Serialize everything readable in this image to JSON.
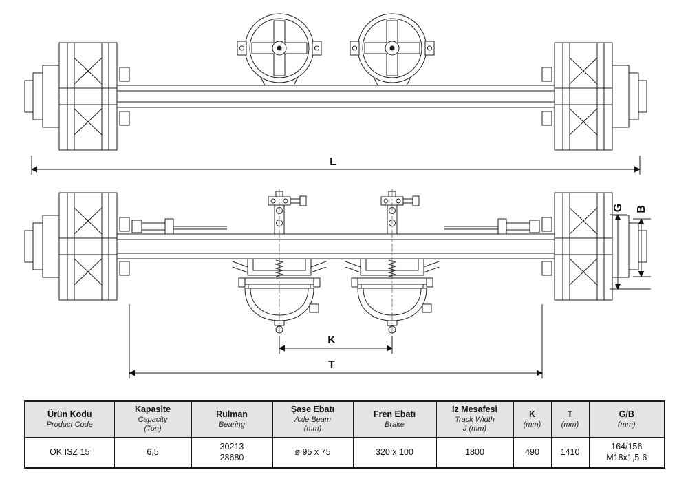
{
  "drawing": {
    "labels": {
      "L": "L",
      "K": "K",
      "T": "T",
      "G": "G",
      "B": "B"
    }
  },
  "table": {
    "headers": [
      {
        "title": "Ürün Kodu",
        "sub": "Product Code",
        "unit": ""
      },
      {
        "title": "Kapasite",
        "sub": "Capacity",
        "unit": "(Ton)"
      },
      {
        "title": "Rulman",
        "sub": "Bearing",
        "unit": ""
      },
      {
        "title": "Şase Ebatı",
        "sub": "Axle Beam",
        "unit": "(mm)"
      },
      {
        "title": "Fren Ebatı",
        "sub": "Brake",
        "unit": ""
      },
      {
        "title": "İz Mesafesi",
        "sub": "Track Width",
        "unit": "J (mm)"
      },
      {
        "title": "K",
        "sub": "(mm)",
        "unit": ""
      },
      {
        "title": "T",
        "sub": "(mm)",
        "unit": ""
      },
      {
        "title": "G/B",
        "sub": "(mm)",
        "unit": ""
      }
    ],
    "row": {
      "product_code": "OK ISZ 15",
      "capacity": "6,5",
      "bearing": "30213\n28680",
      "axle_beam": "ø 95 x 75",
      "brake": "320 x 100",
      "track_width": "1800",
      "k": "490",
      "t": "1410",
      "gb": "164/156\nM18x1,5-6"
    }
  }
}
